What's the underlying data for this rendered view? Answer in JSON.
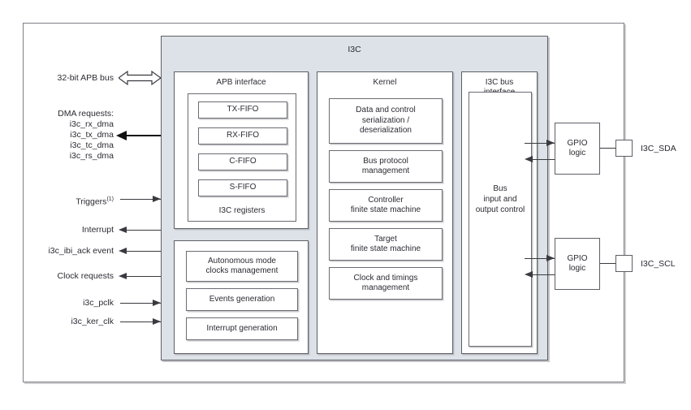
{
  "diagram": {
    "title": "I3C",
    "outer_frame": {
      "name": "peripheral-boundary"
    }
  },
  "left_signals": [
    {
      "id": "apb-bus",
      "label": "32-bit APB bus",
      "direction": "bidirectional",
      "style": "hollow"
    },
    {
      "id": "dma-requests",
      "label": "DMA requests:",
      "direction": "out",
      "style": "thick",
      "sublabels": [
        "i3c_rx_dma",
        "i3c_tx_dma",
        "i3c_tc_dma",
        "i3c_rs_dma"
      ]
    },
    {
      "id": "triggers",
      "label": "Triggers",
      "superscript": "(1)",
      "direction": "in",
      "style": "normal"
    },
    {
      "id": "interrupt",
      "label": "Interrupt",
      "direction": "out",
      "style": "normal"
    },
    {
      "id": "ibi-ack",
      "label": "i3c_ibi_ack event",
      "direction": "out",
      "style": "normal"
    },
    {
      "id": "clock-requests",
      "label": "Clock requests",
      "direction": "out",
      "style": "normal"
    },
    {
      "id": "i3c-pclk",
      "label": "i3c_pclk",
      "direction": "in",
      "style": "normal"
    },
    {
      "id": "i3c-ker-clk",
      "label": "i3c_ker_clk",
      "direction": "in",
      "style": "normal"
    }
  ],
  "apb_interface": {
    "title": "APB interface",
    "registers_label": "I3C registers",
    "fifos": [
      {
        "label": "TX-FIFO"
      },
      {
        "label": "RX-FIFO"
      },
      {
        "label": "C-FIFO"
      },
      {
        "label": "S-FIFO"
      }
    ]
  },
  "autonomous_section": {
    "blocks": [
      {
        "label": "Autonomous mode\nclocks management"
      },
      {
        "label": "Events generation"
      },
      {
        "label": "Interrupt generation"
      }
    ]
  },
  "kernel": {
    "title": "Kernel",
    "blocks": [
      {
        "label": "Data and control\nserialization /\ndeserialization"
      },
      {
        "label": "Bus protocol\nmanagement"
      },
      {
        "label": "Controller\nfinite state machine"
      },
      {
        "label": "Target\nfinite state machine"
      },
      {
        "label": "Clock and timings\nmanagement"
      }
    ]
  },
  "bus_interface": {
    "title": "I3C bus\ninterface",
    "inner_label": "Bus\ninput and\noutput control"
  },
  "gpio": [
    {
      "id": "gpio-sda",
      "label": "GPIO\nlogic",
      "pin": "I3C_SDA"
    },
    {
      "id": "gpio-scl",
      "label": "GPIO\nlogic",
      "pin": "I3C_SCL"
    }
  ],
  "colors": {
    "block_fill": "#dde1e8",
    "panel_fill": "#ffffff",
    "border": "#5d5f66",
    "inner_border": "#6a6c72",
    "text": "#2b2b33",
    "arrow": "#3a3a40",
    "arrow_thick": "#111114"
  }
}
